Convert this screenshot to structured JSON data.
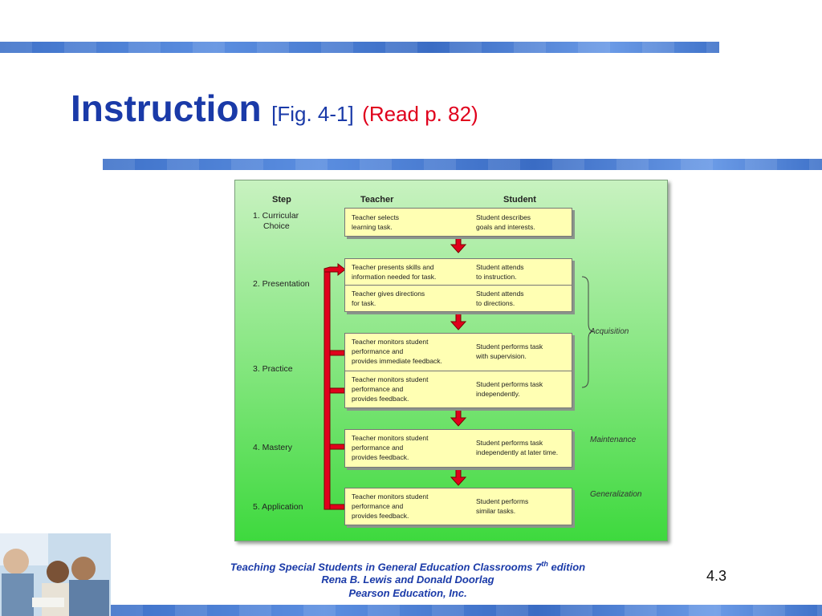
{
  "slide": {
    "title": "Instruction",
    "fig_ref": "[Fig. 4-1]",
    "read_ref": "(Read p. 82)",
    "page_number": "4.3",
    "footer": {
      "line1_main": "Teaching Special Students in General Education Classrooms 7",
      "line1_sup": "th",
      "line1_end": " edition",
      "line2": "Rena B. Lewis and Donald Doorlag",
      "line3": "Pearson Education, Inc."
    }
  },
  "figure": {
    "headers": {
      "step": "Step",
      "teacher": "Teacher",
      "student": "Student"
    },
    "steps": [
      {
        "line1": "1. Curricular",
        "line2": "Choice"
      },
      {
        "line1": "2. Presentation",
        "line2": ""
      },
      {
        "line1": "3. Practice",
        "line2": ""
      },
      {
        "line1": "4. Mastery",
        "line2": ""
      },
      {
        "line1": "5. Application",
        "line2": ""
      }
    ],
    "boxes": [
      {
        "teacher": [
          "Teacher selects",
          "learning task."
        ],
        "student": [
          "Student describes",
          "goals and interests."
        ]
      },
      {
        "teacher": [
          "Teacher presents skills and",
          "information needed for task."
        ],
        "student": [
          "Student attends",
          "to instruction."
        ]
      },
      {
        "teacher": [
          "Teacher gives directions",
          "for task."
        ],
        "student": [
          "Student attends",
          "to directions."
        ]
      },
      {
        "teacher": [
          "Teacher monitors student",
          "performance and",
          "provides immediate feedback."
        ],
        "student": [
          "Student performs task",
          "with supervision."
        ]
      },
      {
        "teacher": [
          "Teacher monitors student",
          "performance and",
          "provides feedback."
        ],
        "student": [
          "Student performs task",
          "independently."
        ]
      },
      {
        "teacher": [
          "Teacher monitors student",
          "performance and",
          "provides feedback."
        ],
        "student": [
          "Student performs task",
          "independently at later time."
        ]
      },
      {
        "teacher": [
          "Teacher monitors student",
          "performance and",
          "provides feedback."
        ],
        "student": [
          "Student performs",
          "similar tasks."
        ]
      }
    ],
    "phases": {
      "acquisition": "Acquisition",
      "maintenance": "Maintenance",
      "generalization": "Generalization"
    }
  },
  "colors": {
    "title_blue": "#1a3aa8",
    "accent_red": "#e0001c",
    "arrow_red": "#e0001c",
    "box_yellow": "#ffffb3",
    "figure_green": "#3ed93e"
  }
}
